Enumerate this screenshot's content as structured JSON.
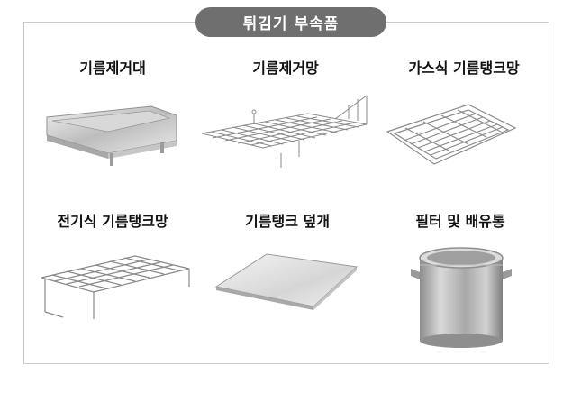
{
  "title": "튀김기 부속품",
  "items": [
    {
      "label": "기름제거대",
      "image": "oil-drain-tray"
    },
    {
      "label": "기름제거망",
      "image": "oil-drain-rack"
    },
    {
      "label": "가스식 기름탱크망",
      "image": "gas-tank-rack"
    },
    {
      "label": "전기식 기름탱크망",
      "image": "electric-tank-rack"
    },
    {
      "label": "기름탱크 덮개",
      "image": "tank-cover"
    },
    {
      "label": "필터 및 배유통",
      "image": "filter-drain-bucket"
    }
  ],
  "colors": {
    "pill": "#6f6f6f",
    "border": "#c8c8c8",
    "metal": "#b9b9b9"
  }
}
